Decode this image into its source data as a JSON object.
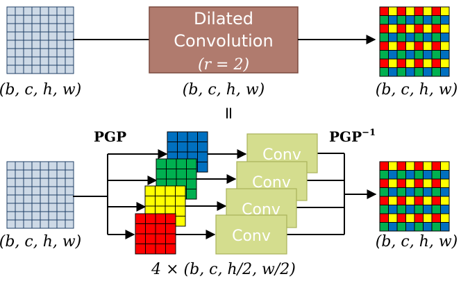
{
  "top": {
    "input_label": "(b, c, h, w)",
    "box_line1": "Dilated",
    "box_line2": "Convolution",
    "box_line3": "(r = 2)",
    "mid_label": "(b, c, h, w)",
    "output_label": "(b, c, h, w)"
  },
  "equals_sign": "=",
  "bottom": {
    "pgp_label": "PGP",
    "pgp_inv_base": "PGP",
    "pgp_inv_exp": "−1",
    "input_label": "(b, c, h, w)",
    "output_label": "(b, c, h, w)",
    "conv_labels": [
      "Conv",
      "Conv",
      "Conv",
      "Conv"
    ],
    "sub_label": "4 × (b, c, h/2, w/2)"
  },
  "colors": {
    "input_grid_fill": "#cdd9e6",
    "input_grid_line": "#1f3f66",
    "dilated_box_fill": "#b07b6e",
    "dilated_box_stroke": "#7a4a3e",
    "conv_box_fill": "#d4dd8e",
    "conv_box_stroke": "#a9b25a",
    "blue": "#0070c0",
    "green": "#00b050",
    "yellow": "#ffff00",
    "red": "#ff0000"
  }
}
